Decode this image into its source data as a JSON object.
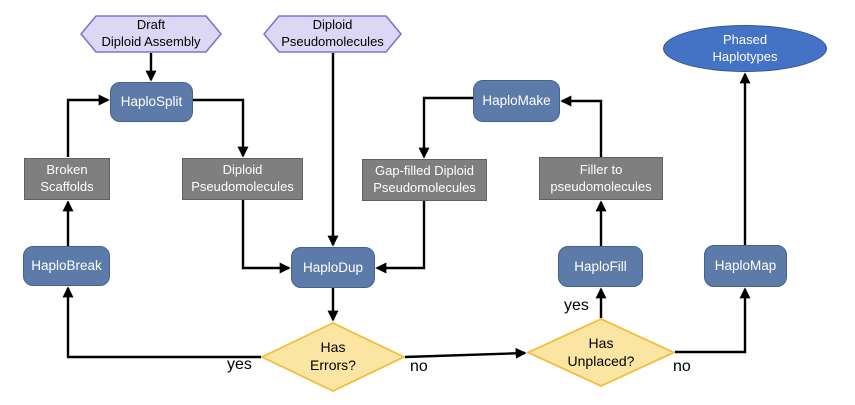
{
  "diagram": {
    "nodes": {
      "draft_assembly": {
        "line1": "Draft",
        "line2": "Diploid Assembly"
      },
      "diploid_pseudomolecules_input": {
        "line1": "Diploid",
        "line2": "Pseudomolecules"
      },
      "haplosplit": {
        "label": "HaploSplit"
      },
      "broken_scaffolds": {
        "line1": "Broken",
        "line2": "Scaffolds"
      },
      "haplobreak": {
        "label": "HaploBreak"
      },
      "diploid_pseudomolecules_data": {
        "line1": "Diploid",
        "line2": "Pseudomolecules"
      },
      "haplodup": {
        "label": "HaploDup"
      },
      "has_errors": {
        "line1": "Has",
        "line2": "Errors?"
      },
      "gap_filled": {
        "line1": "Gap-filled Diploid",
        "line2": "Pseudomolecules"
      },
      "haplomake": {
        "label": "HaploMake"
      },
      "filler": {
        "line1": "Filler to",
        "line2": "pseudomolecules"
      },
      "haplofill": {
        "label": "HaploFill"
      },
      "has_unplaced": {
        "line1": "Has",
        "line2": "Unplaced?"
      },
      "haplomap": {
        "label": "HaploMap"
      },
      "phased_haplotypes": {
        "line1": "Phased",
        "line2": "Haplotypes"
      }
    },
    "edge_labels": {
      "errors_yes": "yes",
      "errors_no": "no",
      "unplaced_yes": "yes",
      "unplaced_no": "no"
    },
    "edges": [
      {
        "from": "Draft Diploid Assembly",
        "to": "HaploSplit"
      },
      {
        "from": "Broken Scaffolds",
        "to": "HaploSplit"
      },
      {
        "from": "HaploSplit",
        "to": "Diploid Pseudomolecules (data)"
      },
      {
        "from": "Diploid Pseudomolecules (data)",
        "to": "HaploDup"
      },
      {
        "from": "Diploid Pseudomolecules (input)",
        "to": "HaploDup"
      },
      {
        "from": "Gap-filled Diploid Pseudomolecules",
        "to": "HaploDup"
      },
      {
        "from": "HaploDup",
        "to": "Has Errors?"
      },
      {
        "from": "Has Errors?",
        "to": "HaploBreak",
        "label": "yes"
      },
      {
        "from": "HaploBreak",
        "to": "Broken Scaffolds"
      },
      {
        "from": "Has Errors?",
        "to": "Has Unplaced?",
        "label": "no"
      },
      {
        "from": "Has Unplaced?",
        "to": "HaploFill",
        "label": "yes"
      },
      {
        "from": "HaploFill",
        "to": "Filler to pseudomolecules"
      },
      {
        "from": "Filler to pseudomolecules",
        "to": "HaploMake"
      },
      {
        "from": "HaploMake",
        "to": "Gap-filled Diploid Pseudomolecules"
      },
      {
        "from": "Has Unplaced?",
        "to": "HaploMap",
        "label": "no"
      },
      {
        "from": "HaploMap",
        "to": "Phased Haplotypes"
      }
    ],
    "colors": {
      "process_fill": "#5D7BA9",
      "process_border": "#44618F",
      "data_fill": "#7F7F7F",
      "data_border": "#606060",
      "input_fill": "#DCD7F2",
      "input_border": "#8172C8",
      "decision_fill": "#FBE5A3",
      "decision_border": "#F2BE3C",
      "terminal_fill": "#4472C4",
      "terminal_border": "#2F5597",
      "connector": "#000000"
    }
  }
}
